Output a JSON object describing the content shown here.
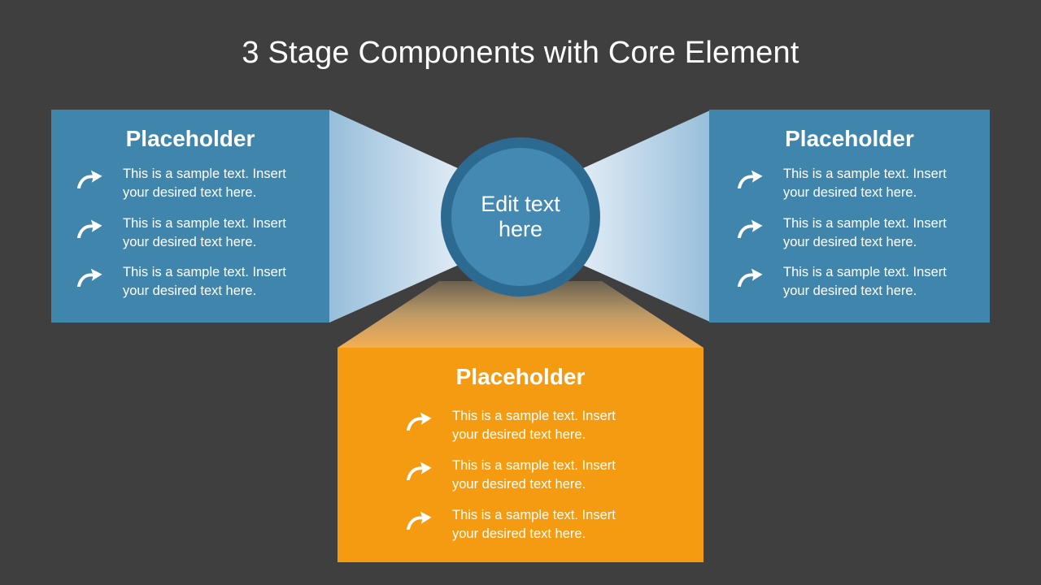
{
  "title": "3 Stage Components with Core Element",
  "core": {
    "label": "Edit text here"
  },
  "panels": {
    "left": {
      "heading": "Placeholder",
      "items": [
        {
          "line1": "This is a sample text. Insert",
          "line2": "your desired text here."
        },
        {
          "line1": "This is a sample text. Insert",
          "line2": "your desired text here."
        },
        {
          "line1": "This is a sample text. Insert",
          "line2": "your desired text here."
        }
      ]
    },
    "right": {
      "heading": "Placeholder",
      "items": [
        {
          "line1": "This is a sample text. Insert",
          "line2": "your desired text here."
        },
        {
          "line1": "This is a sample text. Insert",
          "line2": "your desired text here."
        },
        {
          "line1": "This is a sample text. Insert",
          "line2": "your desired text here."
        }
      ]
    },
    "bottom": {
      "heading": "Placeholder",
      "items": [
        {
          "line1": "This is a sample text. Insert",
          "line2": "your desired text here."
        },
        {
          "line1": "This is a sample text. Insert",
          "line2": "your desired text here."
        },
        {
          "line1": "This is a sample text. Insert",
          "line2": "your desired text here."
        }
      ]
    }
  },
  "colors": {
    "background": "#3F3F3F",
    "panel_blue": "#4086AC",
    "panel_orange": "#F59B11",
    "core_ring": "#2C6A92",
    "core_fill": "#4489B1",
    "beam_blue_dark": "#97BEDA",
    "beam_blue_light": "#E3EEF8",
    "beam_tan_dark": "#6B6150",
    "beam_tan_light": "#F4AE54",
    "text": "#FFFFFF"
  }
}
